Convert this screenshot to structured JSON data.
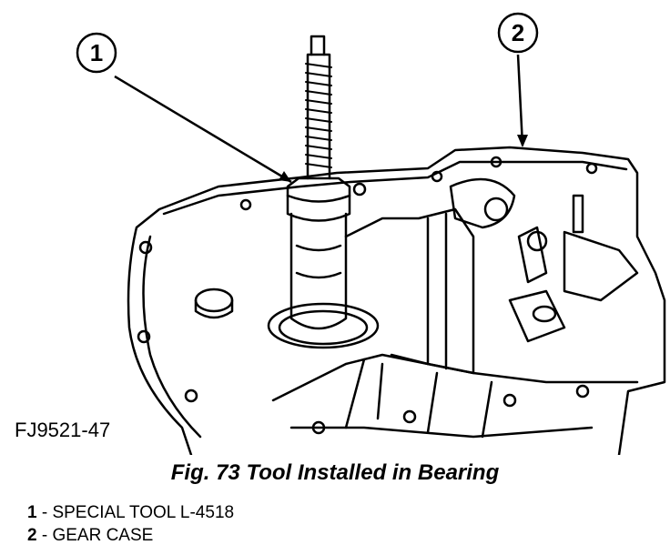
{
  "figure": {
    "callouts": [
      {
        "num": "1"
      },
      {
        "num": "2"
      }
    ],
    "figure_id": "FJ9521-47",
    "caption": "Fig. 73 Tool Installed in Bearing"
  },
  "legend": [
    {
      "num": "1",
      "text": " - SPECIAL TOOL L-4518"
    },
    {
      "num": "2",
      "text": " - GEAR CASE"
    }
  ]
}
